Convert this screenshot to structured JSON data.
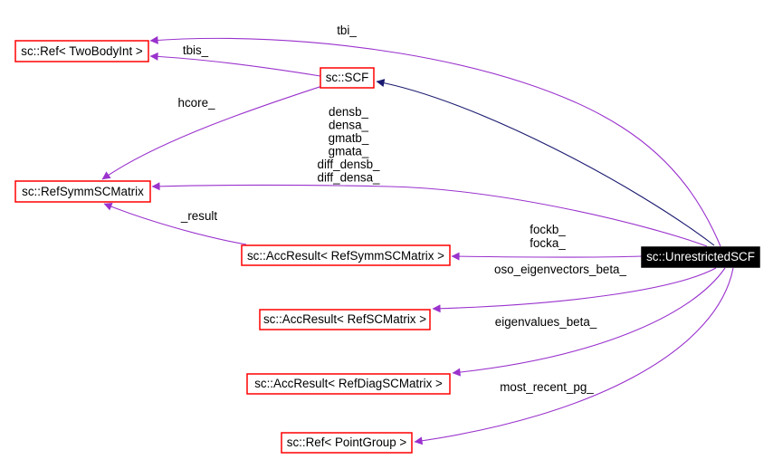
{
  "diagram": {
    "type": "collaboration-graph",
    "nodes": {
      "ref_twobodyint": "sc::Ref< TwoBodyInt >",
      "scf": "sc::SCF",
      "refsymmscmatrix": "sc::RefSymmSCMatrix",
      "accresult_refsymmscmatrix": "sc::AccResult< RefSymmSCMatrix >",
      "accresult_refscmatrix": "sc::AccResult< RefSCMatrix >",
      "accresult_refdiagscmatrix": "sc::AccResult< RefDiagSCMatrix >",
      "ref_pointgroup": "sc::Ref< PointGroup >",
      "unrestrictedscf": "sc::UnrestrictedSCF"
    },
    "edge_labels": {
      "tbi": "tbi_",
      "tbis": "tbis_",
      "hcore": "hcore_",
      "density_members": [
        "densb_",
        "densa_",
        "gmatb_",
        "gmata_",
        "diff_densb_",
        "diff_densa_"
      ],
      "result": "_result",
      "fock_members": [
        "fockb_",
        "focka_"
      ],
      "oso_eigenvectors_beta": "oso_eigenvectors_beta_",
      "eigenvalues_beta": "eigenvalues_beta_",
      "most_recent_pg": "most_recent_pg_"
    },
    "colors": {
      "association_edge": "#9a32cd",
      "inheritance_edge": "#191970",
      "node_border": "#ff0000",
      "node_background": "#ffffff",
      "focus_node_background": "#000000",
      "focus_node_text": "#ffffff",
      "label_text": "#000000",
      "canvas_background": "#ffffff"
    }
  }
}
